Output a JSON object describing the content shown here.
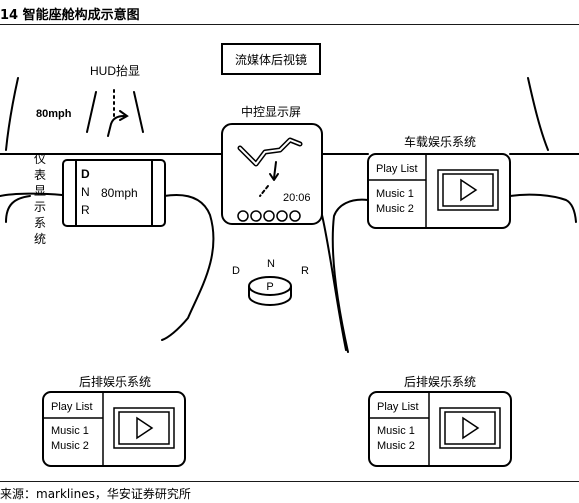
{
  "figure": {
    "title": "14  智能座舱构成示意图",
    "source": "来源：marklines，华安证券研究所"
  },
  "labels": {
    "streaming_mirror": "流媒体后视镜",
    "hud": "HUD抬显",
    "hud_speed": "80mph",
    "center_display": "中控显示屏",
    "center_time": "20:06",
    "instrument_title": "仪表显示系统",
    "instrument_speed": "80mph",
    "gear_d": "D",
    "gear_n": "N",
    "gear_r": "R",
    "knob_d": "D",
    "knob_n": "N",
    "knob_r": "R",
    "knob_p": "P",
    "infotainment_front": "车载娱乐系统",
    "rear_left": "后排娱乐系统",
    "rear_right": "后排娱乐系统"
  },
  "media": {
    "front": {
      "playlist": "Play List",
      "music1": "Music 1",
      "music2": "Music 2"
    },
    "rear_left": {
      "playlist": "Play List",
      "music1": "Music 1",
      "music2": "Music 2"
    },
    "rear_right": {
      "playlist": "Play List",
      "music1": "Music 1",
      "music2": "Music 2"
    }
  },
  "icons": {
    "play": "play-icon",
    "arrow": "arrow-up-icon"
  }
}
